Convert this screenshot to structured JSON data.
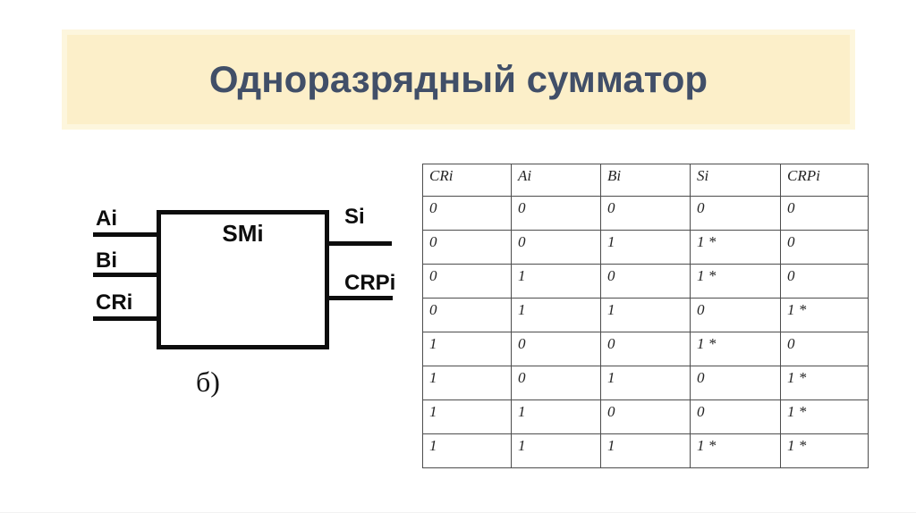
{
  "slide": {
    "title": "Одноразрядный сумматор"
  },
  "colors": {
    "banner_bg": "#fcefc9",
    "banner_edge": "#fdf6dd",
    "title_text": "#414f68",
    "diagram_ink": "#0d0d0d",
    "table_border": "#4d4d4d"
  },
  "diagram": {
    "block_label": "SMi",
    "inputs": [
      "Ai",
      "Bi",
      "CRi"
    ],
    "outputs": [
      "Si",
      "CRPi"
    ],
    "caption": "б)"
  },
  "truth_table": {
    "headers": [
      "CRi",
      "Ai",
      "Bi",
      "Si",
      "CRPi"
    ],
    "rows": [
      [
        "0",
        "0",
        "0",
        "0",
        "0"
      ],
      [
        "0",
        "0",
        "1",
        "1 *",
        "0"
      ],
      [
        "0",
        "1",
        "0",
        "1 *",
        "0"
      ],
      [
        "0",
        "1",
        "1",
        "0",
        "1 *"
      ],
      [
        "1",
        "0",
        "0",
        "1 *",
        "0"
      ],
      [
        "1",
        "0",
        "1",
        "0",
        "1 *"
      ],
      [
        "1",
        "1",
        "0",
        "0",
        "1 *"
      ],
      [
        "1",
        "1",
        "1",
        "1 *",
        "1 *"
      ]
    ]
  }
}
